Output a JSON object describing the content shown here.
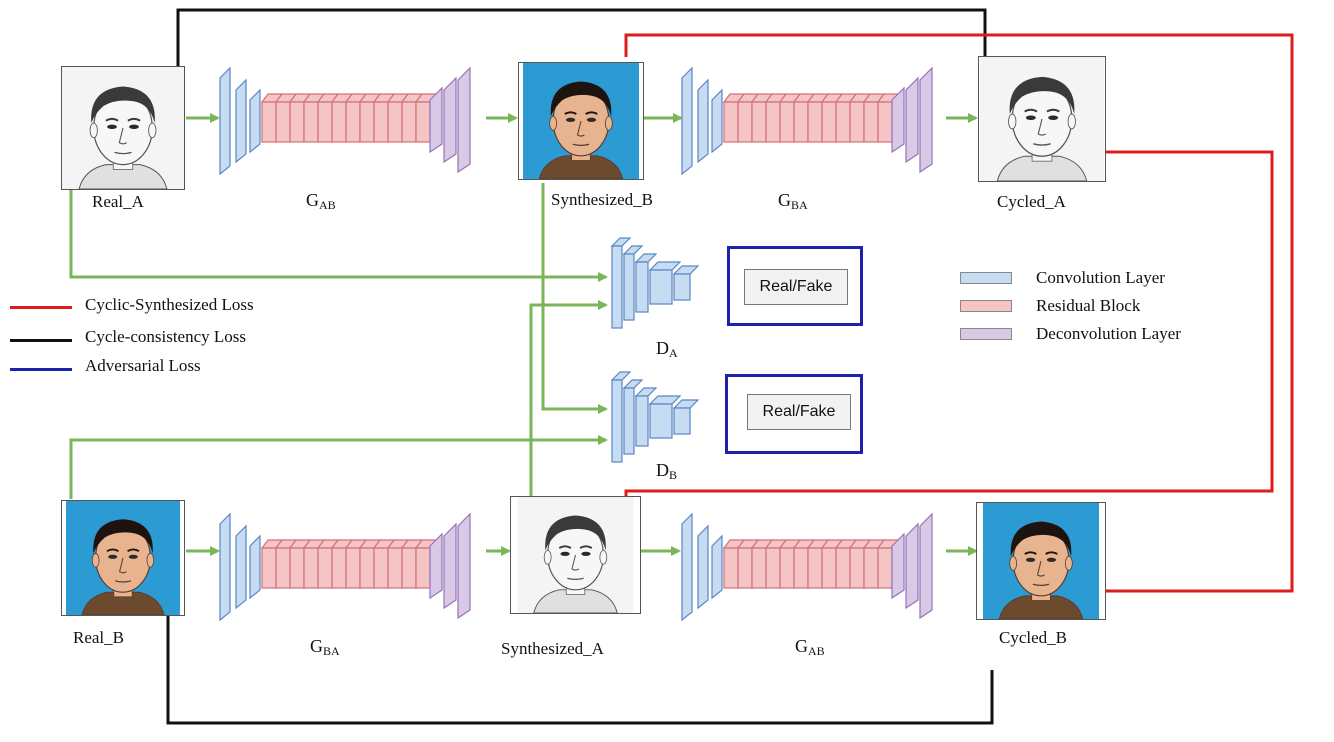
{
  "images": {
    "real_a": {
      "label": "Real_A",
      "style": "sketch"
    },
    "synth_b": {
      "label": "Synthesized_B",
      "style": "photo"
    },
    "cycled_a": {
      "label": "Cycled_A",
      "style": "sketch"
    },
    "real_b": {
      "label": "Real_B",
      "style": "photo"
    },
    "synth_a": {
      "label": "Synthesized_A",
      "style": "sketch"
    },
    "cycled_b": {
      "label": "Cycled_B",
      "style": "photo"
    }
  },
  "generators": {
    "top_left": {
      "base": "G",
      "sub": "AB"
    },
    "top_right": {
      "base": "G",
      "sub": "BA"
    },
    "bottom_left": {
      "base": "G",
      "sub": "BA"
    },
    "bottom_right": {
      "base": "G",
      "sub": "AB"
    }
  },
  "discriminators": {
    "a": {
      "base": "D",
      "sub": "A",
      "output": "Real/Fake"
    },
    "b": {
      "base": "D",
      "sub": "B",
      "output": "Real/Fake"
    }
  },
  "legend_losses": [
    {
      "label": "Cyclic-Synthesized Loss",
      "color": "#dd1c1c"
    },
    {
      "label": "Cycle-consistency Loss",
      "color": "#111111"
    },
    {
      "label": "Adversarial Loss",
      "color": "#1e22aa"
    }
  ],
  "legend_layers": [
    {
      "label": "Convolution Layer",
      "color": "#c6dcf3"
    },
    {
      "label": "Residual Block",
      "color": "#f5c4c4"
    },
    {
      "label": "Deconvolution Layer",
      "color": "#d9c8e6"
    }
  ],
  "colors": {
    "flow_arrow": "#7ab659",
    "conv_fill": "#c6dcf3",
    "conv_stroke": "#5a86c2",
    "res_fill": "#f5c4c4",
    "res_stroke": "#d0707a",
    "deconv_fill": "#d9c8e6",
    "deconv_stroke": "#9575b5",
    "photo_bg": "#2c9ad3",
    "sketch_bg": "#f4f4f4"
  }
}
